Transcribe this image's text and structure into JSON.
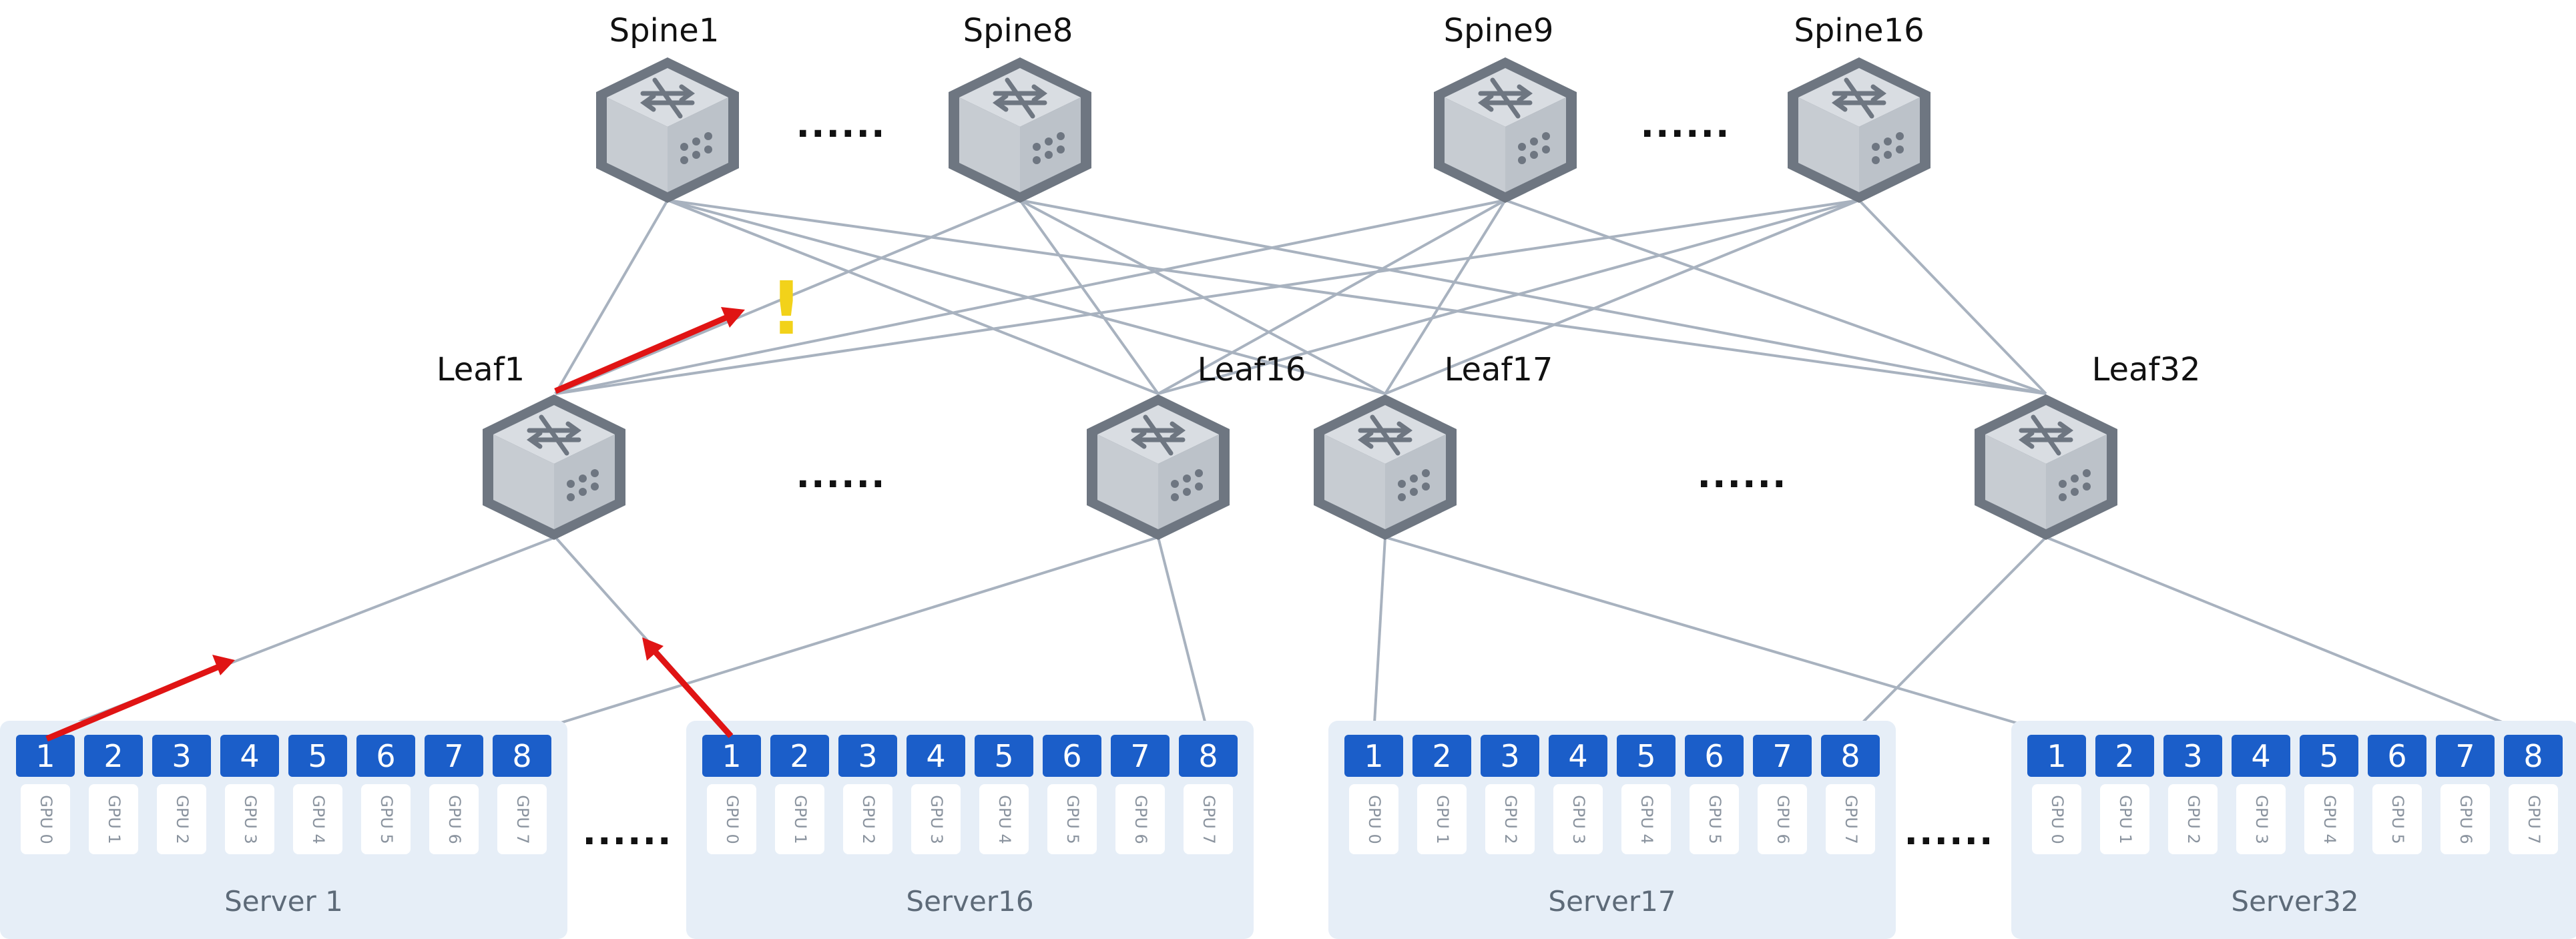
{
  "spines": [
    {
      "label": "Spine1"
    },
    {
      "label": "Spine8"
    },
    {
      "label": "Spine9"
    },
    {
      "label": "Spine16"
    }
  ],
  "leaves": [
    {
      "label": "Leaf1"
    },
    {
      "label": "Leaf16"
    },
    {
      "label": "Leaf17"
    },
    {
      "label": "Leaf32"
    }
  ],
  "ellipsis": "......",
  "warning_mark": "!",
  "servers": [
    {
      "label": "Server 1"
    },
    {
      "label": "Server16"
    },
    {
      "label": "Server17"
    },
    {
      "label": "Server32"
    }
  ],
  "ports": [
    "1",
    "2",
    "3",
    "4",
    "5",
    "6",
    "7",
    "8"
  ],
  "gpus": [
    "GPU 0",
    "GPU 1",
    "GPU 2",
    "GPU 3",
    "GPU 4",
    "GPU 5",
    "GPU 6",
    "GPU 7"
  ],
  "colors": {
    "port": "#1b5ec9",
    "server_bg": "#e6eef7",
    "link": "#a8b2bf",
    "highlight_path": "#e01414",
    "warning": "#f2d21a"
  }
}
